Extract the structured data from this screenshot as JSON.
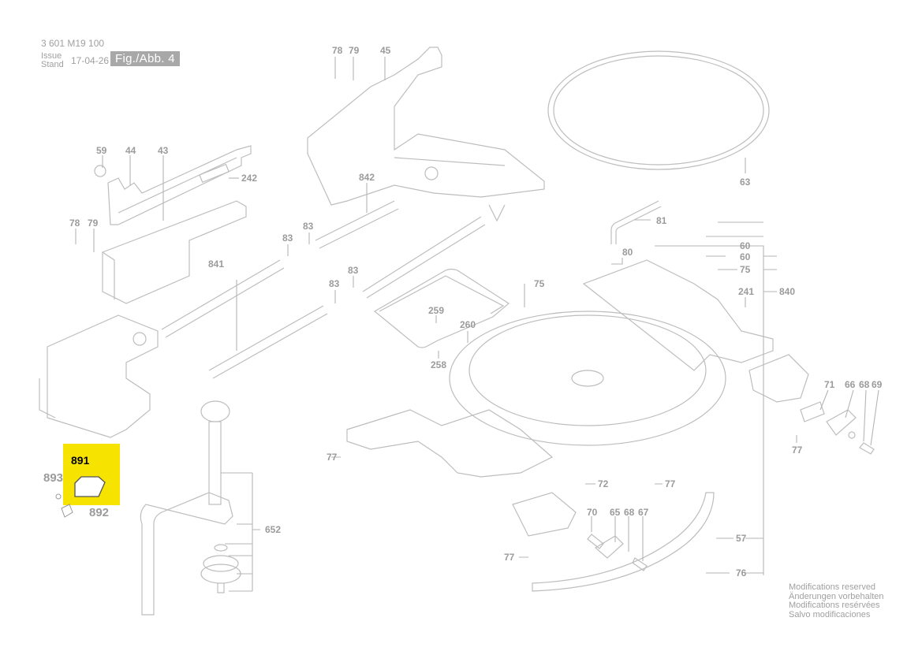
{
  "header": {
    "document_number": "3 601 M19 100",
    "issue_label": "Issue",
    "stand_label": "Stand",
    "issue_date": "17-04-26",
    "figure_label": "Fig./Abb. 4"
  },
  "footer": {
    "lines": [
      "Modifications reserved",
      "Änderungen vorbehalten",
      "Modifications resérvées",
      "Salvo modificaciones"
    ]
  },
  "highlight": {
    "part_number": "891",
    "color": "#f6e300"
  },
  "parts": [
    {
      "id": "p78a",
      "number": "78"
    },
    {
      "id": "p79a",
      "number": "79"
    },
    {
      "id": "p45",
      "number": "45"
    },
    {
      "id": "p59",
      "number": "59"
    },
    {
      "id": "p44",
      "number": "44"
    },
    {
      "id": "p43",
      "number": "43"
    },
    {
      "id": "p242",
      "number": "242"
    },
    {
      "id": "p78b",
      "number": "78"
    },
    {
      "id": "p79b",
      "number": "79"
    },
    {
      "id": "p842",
      "number": "842"
    },
    {
      "id": "p63",
      "number": "63"
    },
    {
      "id": "p81",
      "number": "81"
    },
    {
      "id": "p83a",
      "number": "83"
    },
    {
      "id": "p83b",
      "number": "83"
    },
    {
      "id": "p83c",
      "number": "83"
    },
    {
      "id": "p83d",
      "number": "83"
    },
    {
      "id": "p841",
      "number": "841"
    },
    {
      "id": "p80",
      "number": "80"
    },
    {
      "id": "p60a",
      "number": "60"
    },
    {
      "id": "p60b",
      "number": "60"
    },
    {
      "id": "p75a",
      "number": "75"
    },
    {
      "id": "p75b",
      "number": "75"
    },
    {
      "id": "p840",
      "number": "840"
    },
    {
      "id": "p241",
      "number": "241"
    },
    {
      "id": "p259",
      "number": "259"
    },
    {
      "id": "p260",
      "number": "260"
    },
    {
      "id": "p258",
      "number": "258"
    },
    {
      "id": "p71",
      "number": "71"
    },
    {
      "id": "p66",
      "number": "66"
    },
    {
      "id": "p68a",
      "number": "68"
    },
    {
      "id": "p69",
      "number": "69"
    },
    {
      "id": "p77a",
      "number": "77"
    },
    {
      "id": "p77b",
      "number": "77"
    },
    {
      "id": "p72",
      "number": "72"
    },
    {
      "id": "p77c",
      "number": "77"
    },
    {
      "id": "p893",
      "number": "893"
    },
    {
      "id": "p892",
      "number": "892"
    },
    {
      "id": "p891",
      "number": "891"
    },
    {
      "id": "p652",
      "number": "652"
    },
    {
      "id": "p70",
      "number": "70"
    },
    {
      "id": "p65",
      "number": "65"
    },
    {
      "id": "p68b",
      "number": "68"
    },
    {
      "id": "p67",
      "number": "67"
    },
    {
      "id": "p57",
      "number": "57"
    },
    {
      "id": "p77d",
      "number": "77"
    },
    {
      "id": "p76",
      "number": "76"
    }
  ]
}
